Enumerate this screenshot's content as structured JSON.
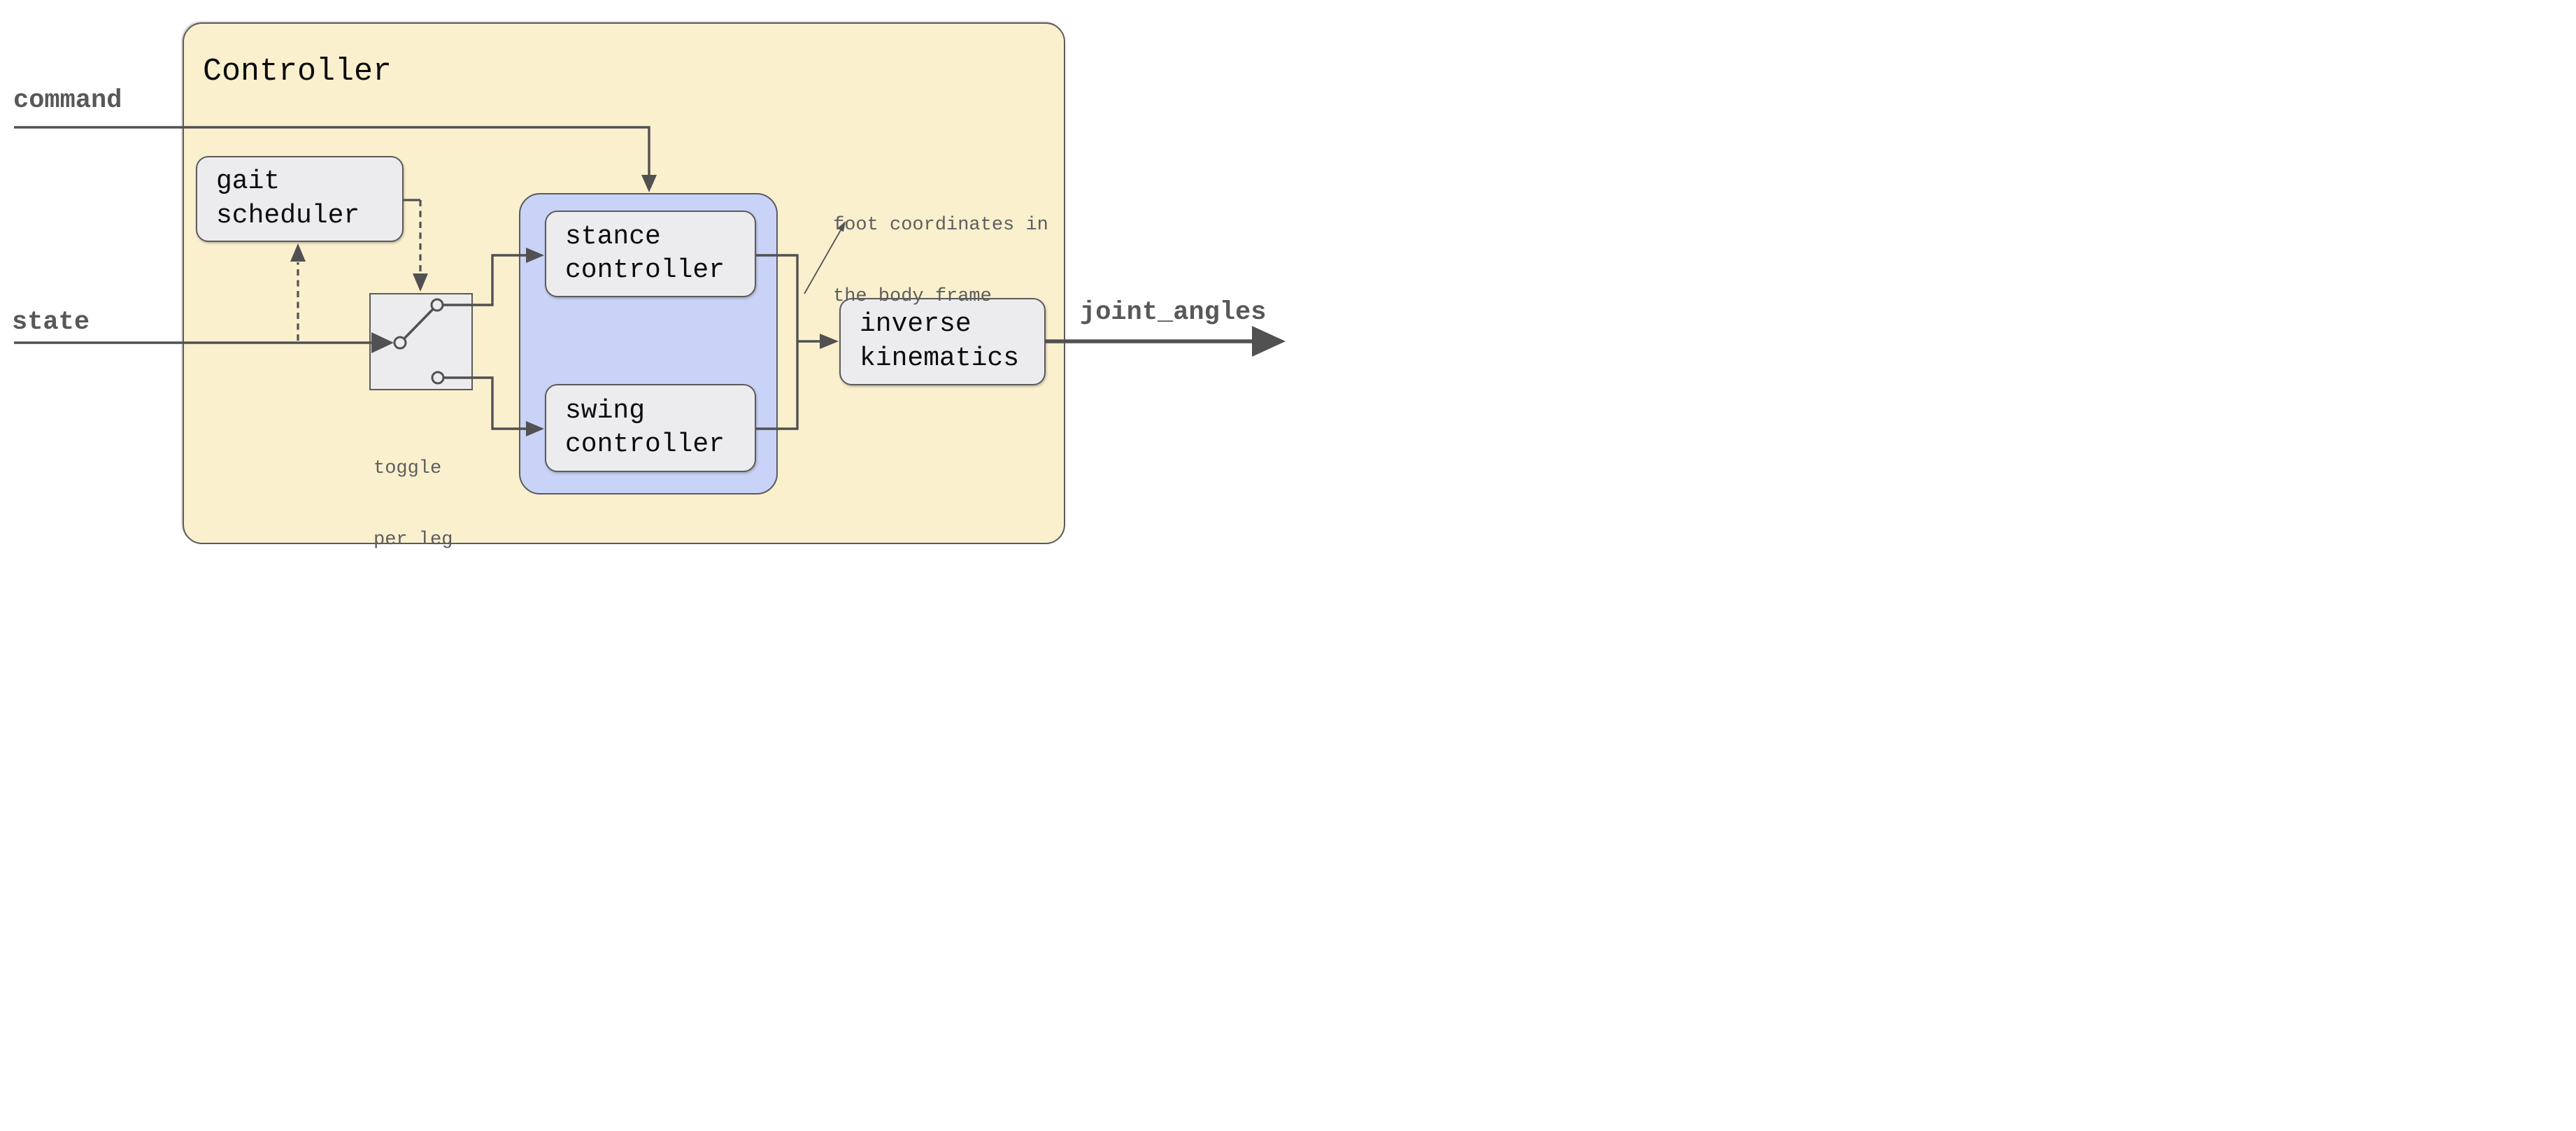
{
  "diagram": {
    "title": "Controller",
    "io": {
      "command": "command",
      "state": "state",
      "joint_angles": "joint_angles"
    },
    "blocks": {
      "gait_scheduler": {
        "line1": "gait",
        "line2": "scheduler"
      },
      "stance_controller": {
        "line1": "stance",
        "line2": "controller"
      },
      "swing_controller": {
        "line1": "swing",
        "line2": "controller"
      },
      "inverse_kinematics": {
        "line1": "inverse",
        "line2": "kinematics"
      },
      "toggle_switch": {
        "description": "toggle switch selecting stance or swing per leg"
      }
    },
    "notes": {
      "foot_coordinates": {
        "line1": "foot coordinates in",
        "line2": "the body frame"
      },
      "toggle_per_leg": {
        "line1": "toggle",
        "line2": "per leg"
      }
    },
    "colors": {
      "controller_fill": "#FAF0CE",
      "group_fill": "#C9D3F7",
      "block_fill": "#ECECEF",
      "border": "#5B5B5B",
      "wire": "#515151",
      "io_label_text": "#58585A",
      "note_text": "#5E5E5E",
      "block_text": "#0C0C0C",
      "background": "#FFFFFF"
    }
  }
}
